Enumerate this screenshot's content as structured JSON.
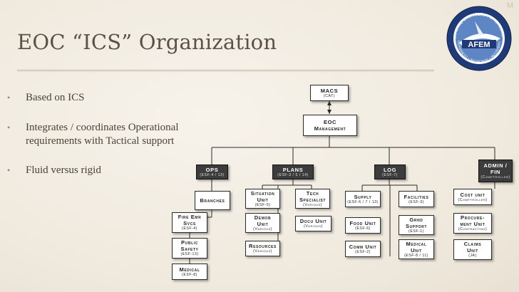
{
  "corner_mark": "M",
  "title": "EOC “ICS” Organization",
  "bullets": [
    "Based on ICS",
    "Integrates / coordinates Operational requirements with Tactical support",
    "Fluid versus rigid"
  ],
  "logo": {
    "top_text": "AIR FORCE EMERGENCY MANAGEMENT",
    "center_text": "AFEM",
    "bottom_text": "READINESS • RESPONSE • RECOVERY"
  },
  "org": {
    "macs": {
      "label": "MACS",
      "sub": "(CAT)"
    },
    "eoc": {
      "label1": "EOC",
      "label2": "Management"
    },
    "ops": {
      "label": "OPS",
      "sub": "(ESF-4 / 13)"
    },
    "plans": {
      "label": "PLANS",
      "sub": "(ESF-3 / 5 / 14)"
    },
    "log": {
      "label": "LOG",
      "sub": "(ESF-7)"
    },
    "admin": {
      "label1": "ADMIN /",
      "label2": "FIN",
      "sub": "(Comptroller)"
    },
    "branches": {
      "label": "Branches"
    },
    "fire": {
      "label1": "Fire Emr",
      "label2": "Svcs",
      "sub": "(ESF-4)"
    },
    "public": {
      "label1": "Public",
      "label2": "Safety",
      "sub": "(ESF-13)"
    },
    "medical": {
      "label": "Medical",
      "sub": "(ESF-8)"
    },
    "situation": {
      "label1": "Situation",
      "label2": "Unit",
      "sub": "(ESF-5)"
    },
    "tech": {
      "label1": "Tech",
      "label2": "Specialist",
      "sub": "(Various)"
    },
    "demob": {
      "label1": "Demob",
      "label2": "Unit",
      "sub": "(Various)"
    },
    "docu": {
      "label": "Docu Unit",
      "sub": "(Various)"
    },
    "resources": {
      "label": "Resources",
      "sub": "(Various)"
    },
    "supply": {
      "label": "Supply",
      "sub": "(ESF-6 / 7 / 13)"
    },
    "facilities": {
      "label": "Facilities",
      "sub": "(ESF-3)"
    },
    "food": {
      "label": "Food Unit",
      "sub": "(ESF-6)"
    },
    "grnd": {
      "label1": "Grnd",
      "label2": "Support",
      "sub": "(ESF-1)"
    },
    "comm": {
      "label": "Comm Unit",
      "sub": "(ESF-2)"
    },
    "medunit": {
      "label1": "Medical",
      "label2": "Unit",
      "sub": "(ESF-8 / 11)"
    },
    "cost": {
      "label": "Cost unit",
      "sub": "(Comptroller)"
    },
    "procure": {
      "label1": "Procure-",
      "label2": "ment Unit",
      "sub": "(Contracting)"
    },
    "claims": {
      "label1": "Claims",
      "label2": "Unit",
      "sub": "(JA)"
    }
  }
}
